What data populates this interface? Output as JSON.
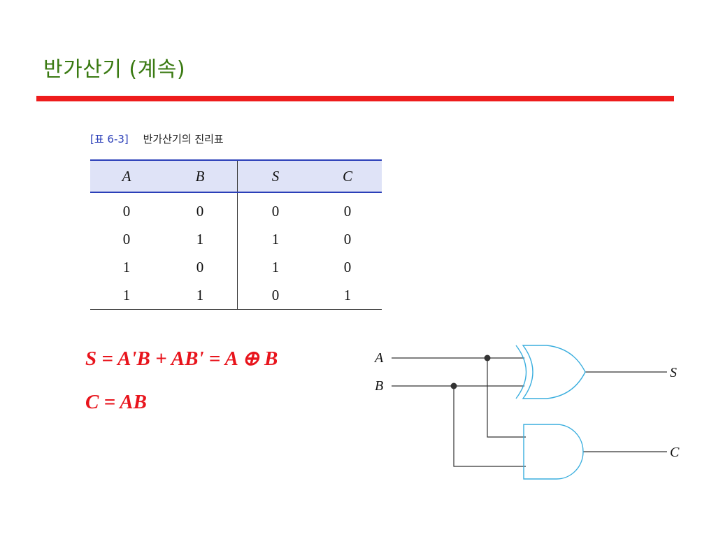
{
  "slide": {
    "title": "반가산기 (계속)"
  },
  "table": {
    "caption_number": "[표 6-3]",
    "caption_text": "반가산기의 진리표",
    "headers": [
      "A",
      "B",
      "S",
      "C"
    ],
    "rows": [
      [
        "0",
        "0",
        "0",
        "0"
      ],
      [
        "0",
        "1",
        "1",
        "0"
      ],
      [
        "1",
        "0",
        "1",
        "0"
      ],
      [
        "1",
        "1",
        "0",
        "1"
      ]
    ]
  },
  "equations": {
    "sum": "S = A'B + AB' = A ⊕ B",
    "carry": "C = AB"
  },
  "circuit": {
    "input_a": "A",
    "input_b": "B",
    "output_s": "S",
    "output_c": "C"
  },
  "colors": {
    "title": "#3a7a12",
    "rule": "#ee1c1c",
    "table_accent": "#2b3fb8",
    "table_header_bg": "#dfe3f7",
    "equation": "#e8141c",
    "gate_outline": "#3aaede"
  }
}
